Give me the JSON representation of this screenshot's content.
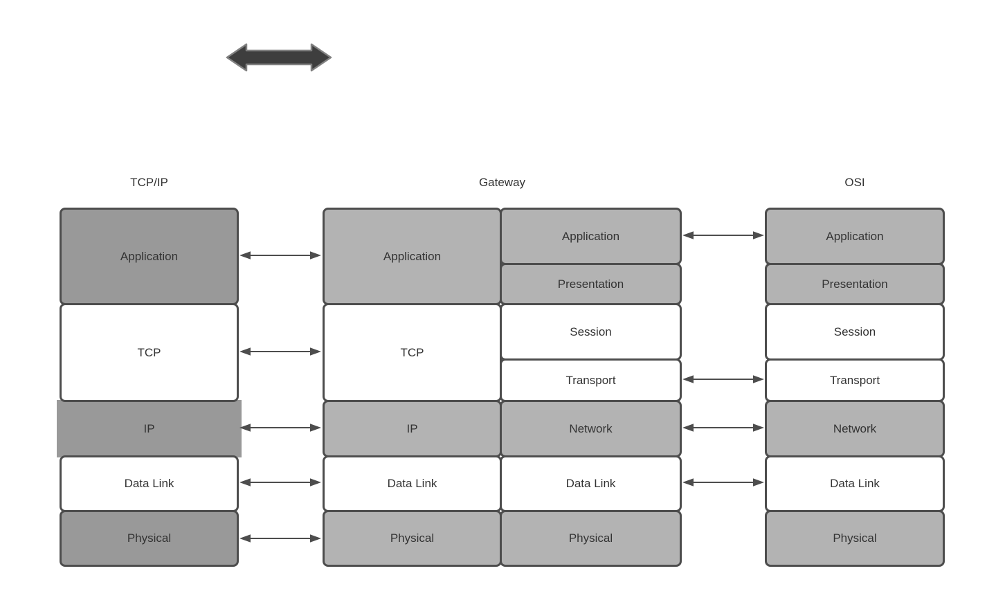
{
  "diagram": {
    "colors": {
      "background": "#ffffff",
      "dark_gray": "#999999",
      "light_gray": "#b3b3b3",
      "white": "#ffffff",
      "border": "#4d4d4d",
      "arrow": "#4d4d4d",
      "thick_arrow_fill": "#3e3e3e",
      "thick_arrow_stroke": "#808080",
      "text": "#333333"
    },
    "columns": {
      "tcpip": {
        "title": "TCP/IP",
        "layers": [
          {
            "label": "Application"
          },
          {
            "label": "TCP"
          },
          {
            "label": "IP"
          },
          {
            "label": "Data Link"
          },
          {
            "label": "Physical"
          }
        ]
      },
      "gateway": {
        "title": "Gateway",
        "left_stack": [
          {
            "label": "Application"
          },
          {
            "label": "TCP"
          },
          {
            "label": "IP"
          },
          {
            "label": "Data Link"
          },
          {
            "label": "Physical"
          }
        ],
        "right_stack": [
          {
            "label": "Application"
          },
          {
            "label": "Presentation"
          },
          {
            "label": "Session"
          },
          {
            "label": "Transport"
          },
          {
            "label": "Network"
          },
          {
            "label": "Data Link"
          },
          {
            "label": "Physical"
          }
        ]
      },
      "osi": {
        "title": "OSI",
        "layers": [
          {
            "label": "Application"
          },
          {
            "label": "Presentation"
          },
          {
            "label": "Session"
          },
          {
            "label": "Transport"
          },
          {
            "label": "Network"
          },
          {
            "label": "Data Link"
          },
          {
            "label": "Physical"
          }
        ]
      }
    },
    "connections": {
      "tcpip_to_gateway": [
        "Application",
        "TCP",
        "IP",
        "Data Link",
        "Physical"
      ],
      "gateway_to_osi": [
        "Application",
        "Transport",
        "Network",
        "Data Link"
      ]
    }
  }
}
